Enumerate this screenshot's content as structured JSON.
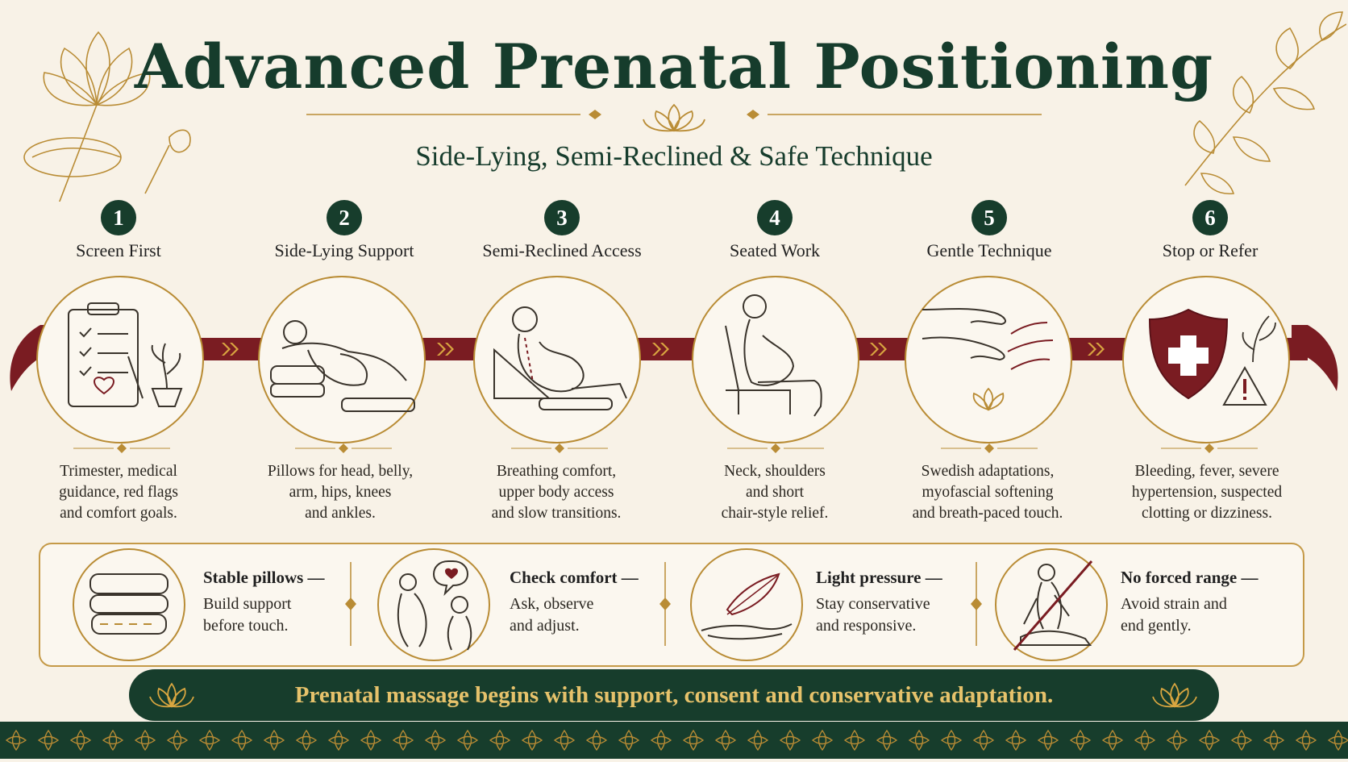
{
  "header": {
    "title": "Advanced Prenatal Positioning",
    "subtitle": "Side-Lying, Semi-Reclined & Safe Technique"
  },
  "steps": [
    {
      "number": "1",
      "title": "Screen First",
      "icon": "clipboard-icon",
      "desc": [
        "Trimester, medical",
        "guidance, red flags",
        "and comfort goals."
      ]
    },
    {
      "number": "2",
      "title": "Side-Lying Support",
      "icon": "side-lying-icon",
      "desc": [
        "Pillows for head, belly,",
        "arm, hips, knees",
        "and ankles."
      ]
    },
    {
      "number": "3",
      "title": "Semi-Reclined Access",
      "icon": "semi-reclined-icon",
      "desc": [
        "Breathing comfort,",
        "upper body access",
        "and slow transitions."
      ]
    },
    {
      "number": "4",
      "title": "Seated Work",
      "icon": "seated-icon",
      "desc": [
        "Neck, shoulders",
        "and short",
        "chair-style relief."
      ]
    },
    {
      "number": "5",
      "title": "Gentle Technique",
      "icon": "hands-icon",
      "desc": [
        "Swedish adaptations,",
        "myofascial softening",
        "and breath-paced touch."
      ]
    },
    {
      "number": "6",
      "title": "Stop or Refer",
      "icon": "shield-icon",
      "desc": [
        "Bleeding, fever, severe",
        "hypertension, suspected",
        "clotting or dizziness."
      ]
    }
  ],
  "tips": [
    {
      "title": "Stable pillows —",
      "text": [
        "Build support",
        "before touch."
      ],
      "icon": "pillow-stack-icon"
    },
    {
      "title": "Check comfort —",
      "text": [
        "Ask, observe",
        "and adjust."
      ],
      "icon": "conversation-icon"
    },
    {
      "title": "Light pressure —",
      "text": [
        "Stay conservative",
        "and responsive."
      ],
      "icon": "feather-hand-icon"
    },
    {
      "title": "No forced range —",
      "text": [
        "Avoid strain and",
        "end gently."
      ],
      "icon": "no-stretch-icon"
    }
  ],
  "banner": {
    "text": "Prenatal massage begins with support, consent and conservative adaptation."
  },
  "colors": {
    "background": "#f8f2e7",
    "green": "#173d2c",
    "maroon": "#7a1c22",
    "gold": "#b98c35",
    "banner_text": "#e6c26b"
  }
}
